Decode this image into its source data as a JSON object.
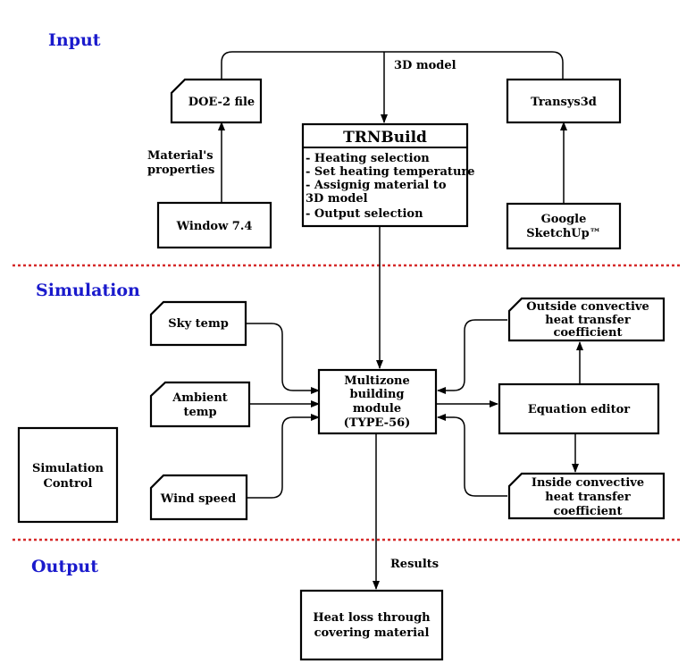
{
  "colors": {
    "section": "#1a1acc",
    "separator": "#d62a2a",
    "stroke": "#000000"
  },
  "sections": {
    "input": "Input",
    "simulation": "Simulation",
    "output": "Output"
  },
  "nodes": {
    "doe2": {
      "l1": "DOE-2 file"
    },
    "trnbuild": {
      "title": "TRNBuild",
      "items": [
        "- Heating selection",
        "- Set heating temperature",
        "- Assignig material to",
        "3D model",
        "- Output selection"
      ]
    },
    "transys3d": {
      "l1": "Transys3d"
    },
    "window": {
      "l1": "Window 7.4"
    },
    "sketchup": {
      "l1": "Google",
      "l2": "SketchUp™"
    },
    "skytemp": {
      "l1": "Sky temp"
    },
    "ambient": {
      "l1": "Ambient",
      "l2": "temp"
    },
    "wind": {
      "l1": "Wind speed"
    },
    "simcontrol": {
      "l1": "Simulation",
      "l2": "Control"
    },
    "multizone": {
      "l1": "Multizone",
      "l2": "building",
      "l3": "module",
      "l4": "(TYPE-56)"
    },
    "equation": {
      "l1": "Equation editor"
    },
    "outside": {
      "l1": "Outside convective",
      "l2": "heat transfer",
      "l3": "coefficient"
    },
    "inside": {
      "l1": "Inside convective",
      "l2": "heat transfer",
      "l3": "coefficient"
    },
    "heatloss": {
      "l1": "Heat loss through",
      "l2": "covering material"
    }
  },
  "edges": {
    "model3d": "3D model",
    "material_l1": "Material's",
    "material_l2": "properties",
    "results": "Results"
  }
}
